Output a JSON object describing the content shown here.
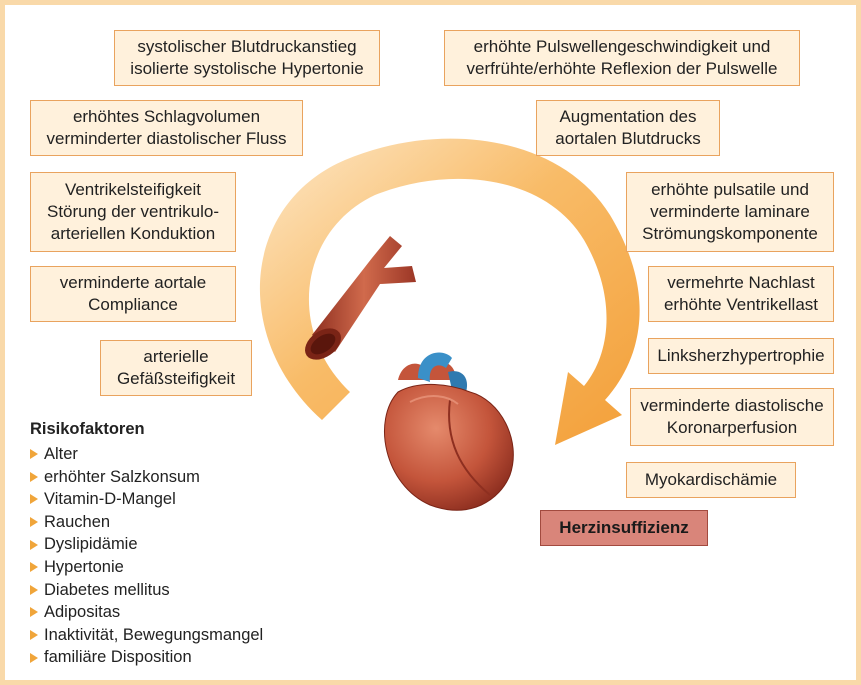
{
  "left_boxes": [
    {
      "lines": [
        "systolischer Blutdruckanstieg",
        "isolierte systolische Hypertonie"
      ]
    },
    {
      "lines": [
        "erhöhtes Schlagvolumen",
        "verminderter diastolischer Fluss"
      ]
    },
    {
      "lines": [
        "Ventrikelsteifigkeit",
        "Störung der ventrikulo-",
        "arteriellen Konduktion"
      ]
    },
    {
      "lines": [
        "verminderte aortale",
        "Compliance"
      ]
    },
    {
      "lines": [
        "arterielle",
        "Gefäßsteifigkeit"
      ]
    }
  ],
  "right_boxes": [
    {
      "lines": [
        "erhöhte Pulswellengeschwindigkeit und",
        "verfrühte/erhöhte Reflexion der Pulswelle"
      ]
    },
    {
      "lines": [
        "Augmentation des",
        "aortalen Blutdrucks"
      ]
    },
    {
      "lines": [
        "erhöhte pulsatile und",
        "verminderte laminare",
        "Strömungskomponente"
      ]
    },
    {
      "lines": [
        "vermehrte Nachlast",
        "erhöhte Ventrikellast"
      ]
    },
    {
      "lines": [
        "Linksherzhypertrophie"
      ]
    },
    {
      "lines": [
        "verminderte diastolische",
        "Koronarperfusion"
      ]
    },
    {
      "lines": [
        "Myokardischämie"
      ]
    }
  ],
  "final_box": {
    "label": "Herzinsuffizienz"
  },
  "risk_factors": {
    "title": "Risikofaktoren",
    "items": [
      "Alter",
      "erhöhter Salzkonsum",
      "Vitamin-D-Mangel",
      "Rauchen",
      "Dyslipidämie",
      "Hypertonie",
      "Diabetes mellitus",
      "Adipositas",
      "Inaktivität, Bewegungsmangel",
      "familiäre Disposition"
    ]
  },
  "colors": {
    "frame": "#f9d9a9",
    "box_fill": "#fff1dc",
    "box_border": "#e9a35e",
    "final_fill": "#d9857a",
    "arrow": "#f6a53a",
    "vessel": "#b84a33",
    "heart": "#c85a40",
    "aorta_blue": "#3a90c8"
  },
  "icons": [
    "cycle-arrow",
    "artery-illustration",
    "heart-illustration"
  ]
}
